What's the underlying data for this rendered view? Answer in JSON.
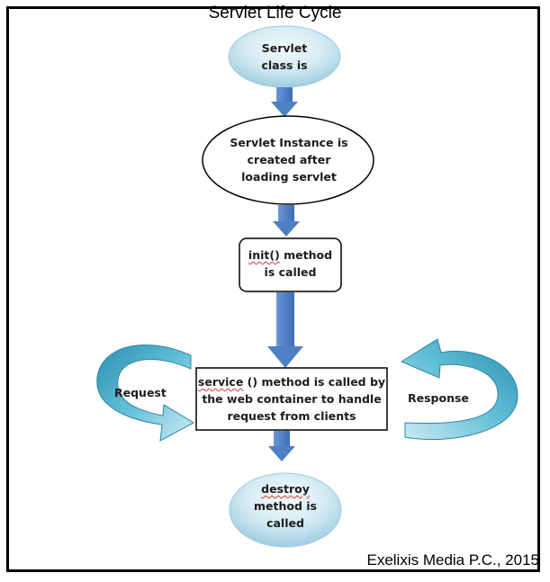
{
  "title": "Servlet Life Cycle",
  "nodes": {
    "start": {
      "lines": [
        "Servlet",
        "class is"
      ]
    },
    "instance": {
      "lines": [
        "Servlet Instance is",
        "created after",
        "loading servlet"
      ]
    },
    "init": {
      "word": "init()",
      "rest": " method",
      "line2": "is called"
    },
    "service": {
      "word": "service",
      "rest": " () method is called by",
      "line2": "the web container to handle",
      "line3": "request from clients"
    },
    "destroy": {
      "word": "destroy",
      "line2": "method is",
      "line3": "called"
    }
  },
  "labels": {
    "request": "Request",
    "response": "Response"
  },
  "footer": "Exelixis Media P.C., 2015",
  "colors": {
    "ellipse_light": "#eaf5f8",
    "ellipse_dark": "#a8d3e2",
    "arrow": "#4f7fc5",
    "curved_arrow": "#4aa9c6"
  }
}
